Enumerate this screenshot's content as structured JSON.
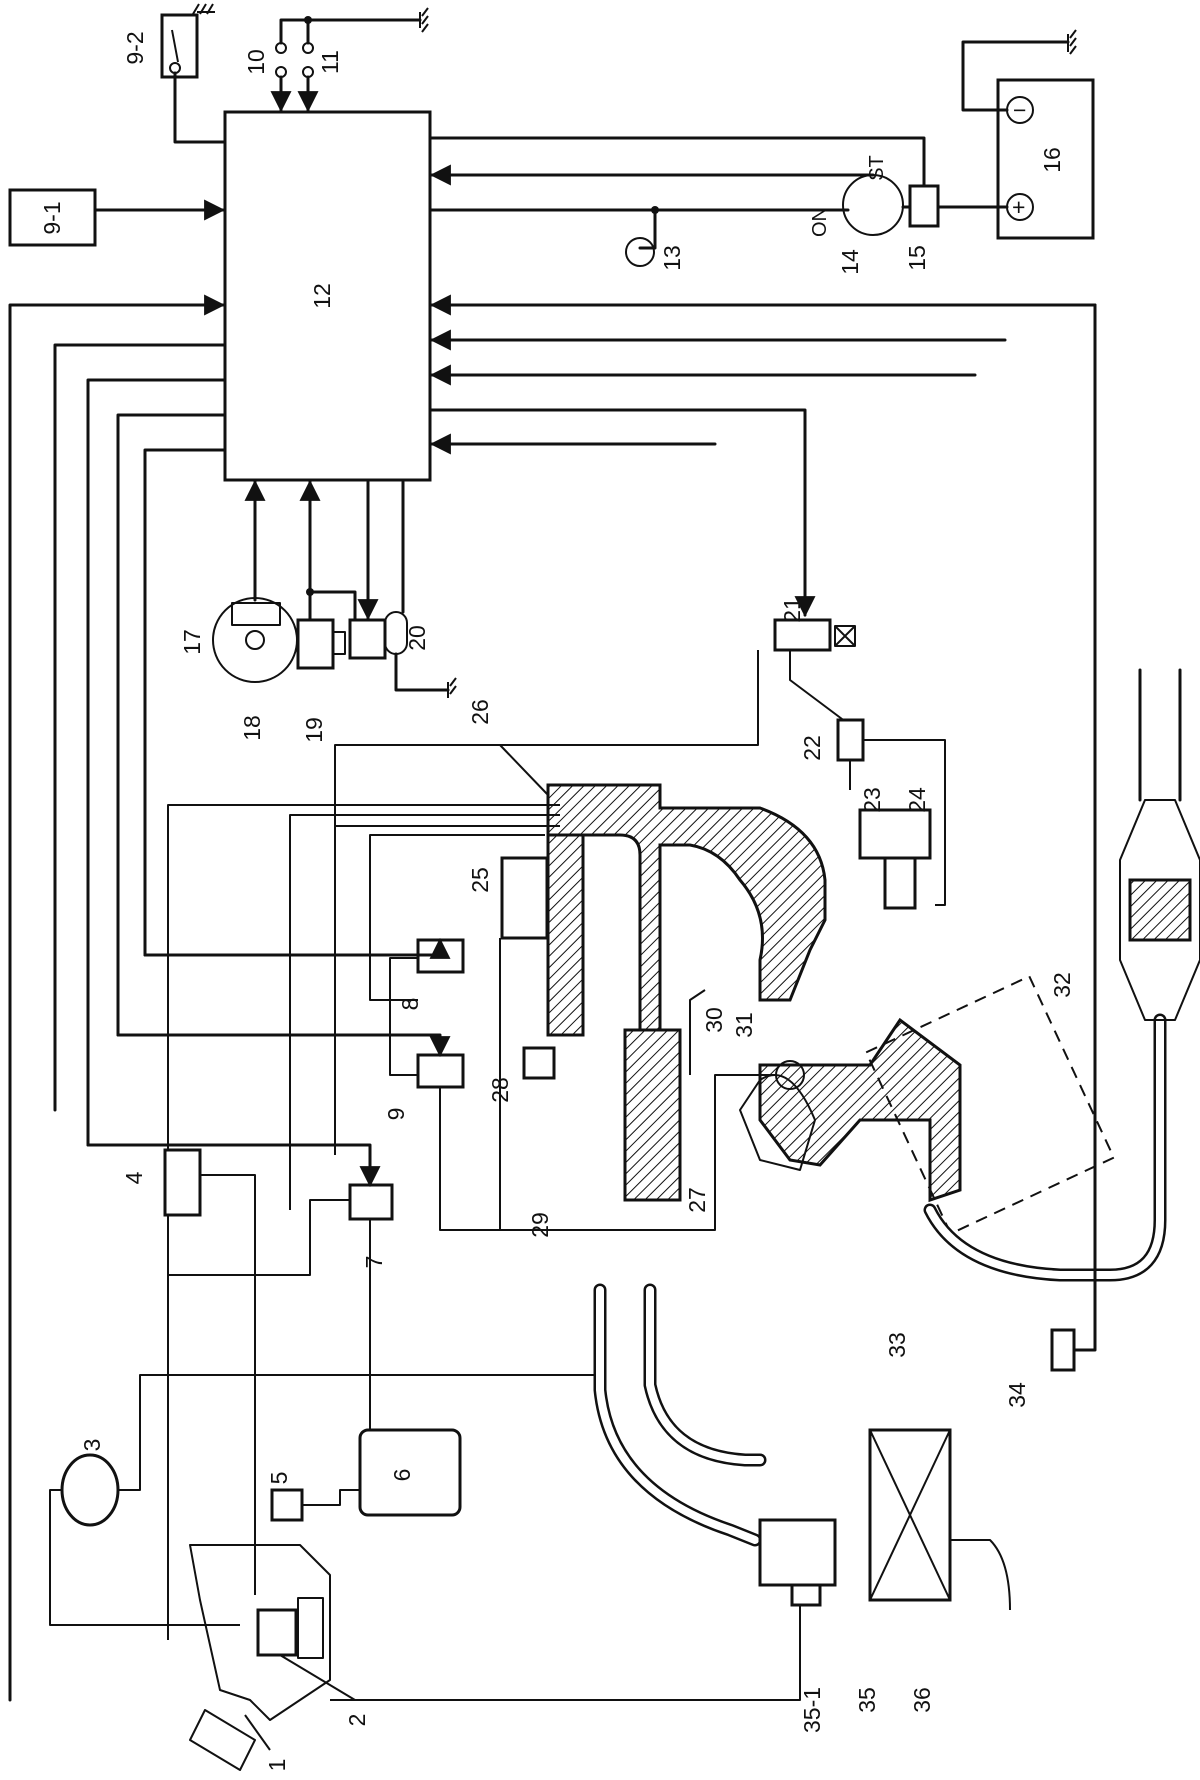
{
  "labels": {
    "l1": "1",
    "l2": "2",
    "l3": "3",
    "l4": "4",
    "l5": "5",
    "l6": "6",
    "l7": "7",
    "l8": "8",
    "l9": "9",
    "l9_1": "9-1",
    "l9_2": "9-2",
    "l10": "10",
    "l11": "11",
    "l12": "12",
    "l13": "13",
    "l14": "14",
    "l15": "15",
    "l16": "16",
    "l17": "17",
    "l18": "18",
    "l19": "19",
    "l20": "20",
    "l21": "21",
    "l22": "22",
    "l23": "23",
    "l24": "24",
    "l25": "25",
    "l26": "26",
    "l27": "27",
    "l28": "28",
    "l29": "29",
    "l30": "30",
    "l31": "31",
    "l32": "32",
    "l33": "33",
    "l34": "34",
    "l35": "35",
    "l35_1": "35-1",
    "l36": "36"
  },
  "switch_labels": {
    "start": "ST",
    "on": "ON"
  },
  "battery_labels": {
    "minus": "−",
    "plus": "+"
  },
  "icons": [
    "ground-symbol",
    "arrow-head",
    "solenoid-valve-symbol"
  ]
}
